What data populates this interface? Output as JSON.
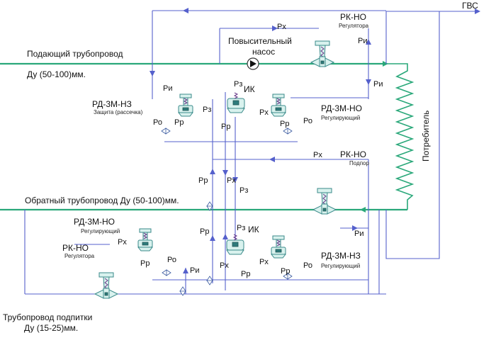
{
  "labels": {
    "gvs": "ГВС",
    "supply_pipe": "Подающий трубопровод",
    "supply_dn": "Ду (50-100)мм.",
    "return_pipe": "Обратный трубопровод Ду (50-100)мм.",
    "makeup_pipe_1": "Трубопровод подпитки",
    "makeup_pipe_2": "Ду (15-25)мм.",
    "booster_pump_1": "Повысительный",
    "booster_pump_2": "насос",
    "consumer": "Потребитель"
  },
  "valves": {
    "rk_top": {
      "name": "РК-НО",
      "role": "Регулятора"
    },
    "rd_protect": {
      "name": "РД-3М-НЗ",
      "role": "Защита (рассечка)"
    },
    "ik_top": {
      "name": "ИК"
    },
    "rd_top_reg": {
      "name": "РД-3М-НО",
      "role": "Регулирующий"
    },
    "rk_support": {
      "name": "РК-НО",
      "role": "Подпор"
    },
    "rd_bottom_left": {
      "name": "РД-3М-НО",
      "role": "Регулирующий"
    },
    "rk_bottom": {
      "name": "РК-НО",
      "role": "Регулятора"
    },
    "ik_bottom": {
      "name": "ИК"
    },
    "rd_bottom_right": {
      "name": "РД-3М-НЗ",
      "role": "Регулирующий"
    }
  },
  "signals": {
    "px": "Рх",
    "pi": "Ри",
    "pz": "Рз",
    "po": "Ро",
    "pp": "Рр"
  },
  "colors": {
    "main_pipe": "#2aa87a",
    "impulse_line": "#5560cc",
    "valve_fill": "#d9f2ee"
  }
}
